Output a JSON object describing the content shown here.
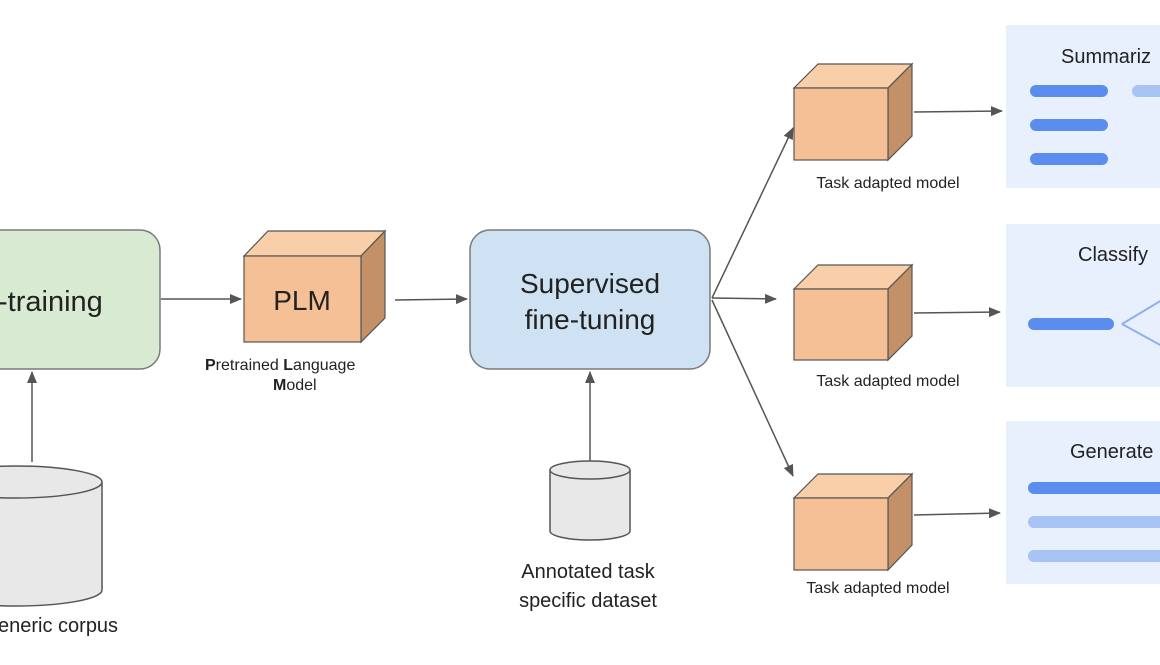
{
  "colors": {
    "pretraining_fill": "#d9ead3",
    "pretraining_stroke": "#7a7a7a",
    "finetune_fill": "#cfe2f3",
    "cube_front": "#f5c095",
    "cube_top": "#f8cfa8",
    "cube_side": "#c39068",
    "cylinder_fill": "#e8e8e8",
    "panel_bg": "#e8f0fe",
    "bar_dark": "#5b8def",
    "bar_light": "#a7c4f5",
    "arrow": "#555555"
  },
  "pretraining": {
    "label": "-training"
  },
  "plm": {
    "label": "PLM",
    "caption_line1": {
      "p_bold": "P",
      "p_rest": "retrained ",
      "l_bold": "L",
      "l_rest": "anguage"
    },
    "caption_line2": {
      "m_bold": "M",
      "m_rest": "odel"
    }
  },
  "finetune": {
    "line1": "Supervised",
    "line2": "fine-tuning"
  },
  "generic_corpus": {
    "label": "eneric corpus"
  },
  "task_dataset": {
    "line1": "Annotated task",
    "line2": "specific dataset"
  },
  "task_models": [
    {
      "label": "Task adapted model"
    },
    {
      "label": "Task adapted model"
    },
    {
      "label": "Task adapted model"
    }
  ],
  "panels": [
    {
      "title": "Summariz",
      "icon": "summarize-lines-icon"
    },
    {
      "title": "Classify",
      "icon": "classify-branch-icon"
    },
    {
      "title": "Generate",
      "icon": "generate-lines-icon"
    }
  ]
}
